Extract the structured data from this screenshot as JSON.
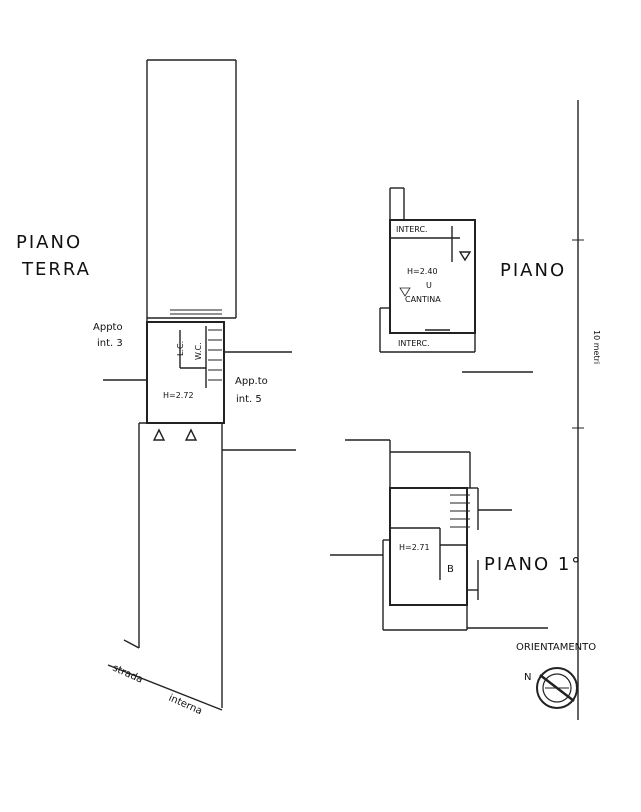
{
  "labels": {
    "piano_terra_1": "PIANO",
    "piano_terra_2": "TERRA",
    "appto_left_1": "Appto",
    "appto_left_2": "int. 3",
    "appto_right_1": "App.to",
    "appto_right_2": "int. 5",
    "h_ground": "H=2.72",
    "wc_1": "L.C.",
    "wc_2": "W.C.",
    "strada_1": "strada",
    "strada_2": "interna",
    "piano_cantina": "PIANO",
    "intercap_top": "INTERC.",
    "h_cantina": "H=2.40",
    "cantina": "CANTINA",
    "u_mark": "U",
    "intercap_bottom": "INTERC.",
    "scale": "10 metri",
    "piano_primo": "PIANO 1°",
    "h_first": "H=2.71",
    "b_mark": "B",
    "orientamento": "ORIENTAMENTO",
    "north": "N"
  }
}
